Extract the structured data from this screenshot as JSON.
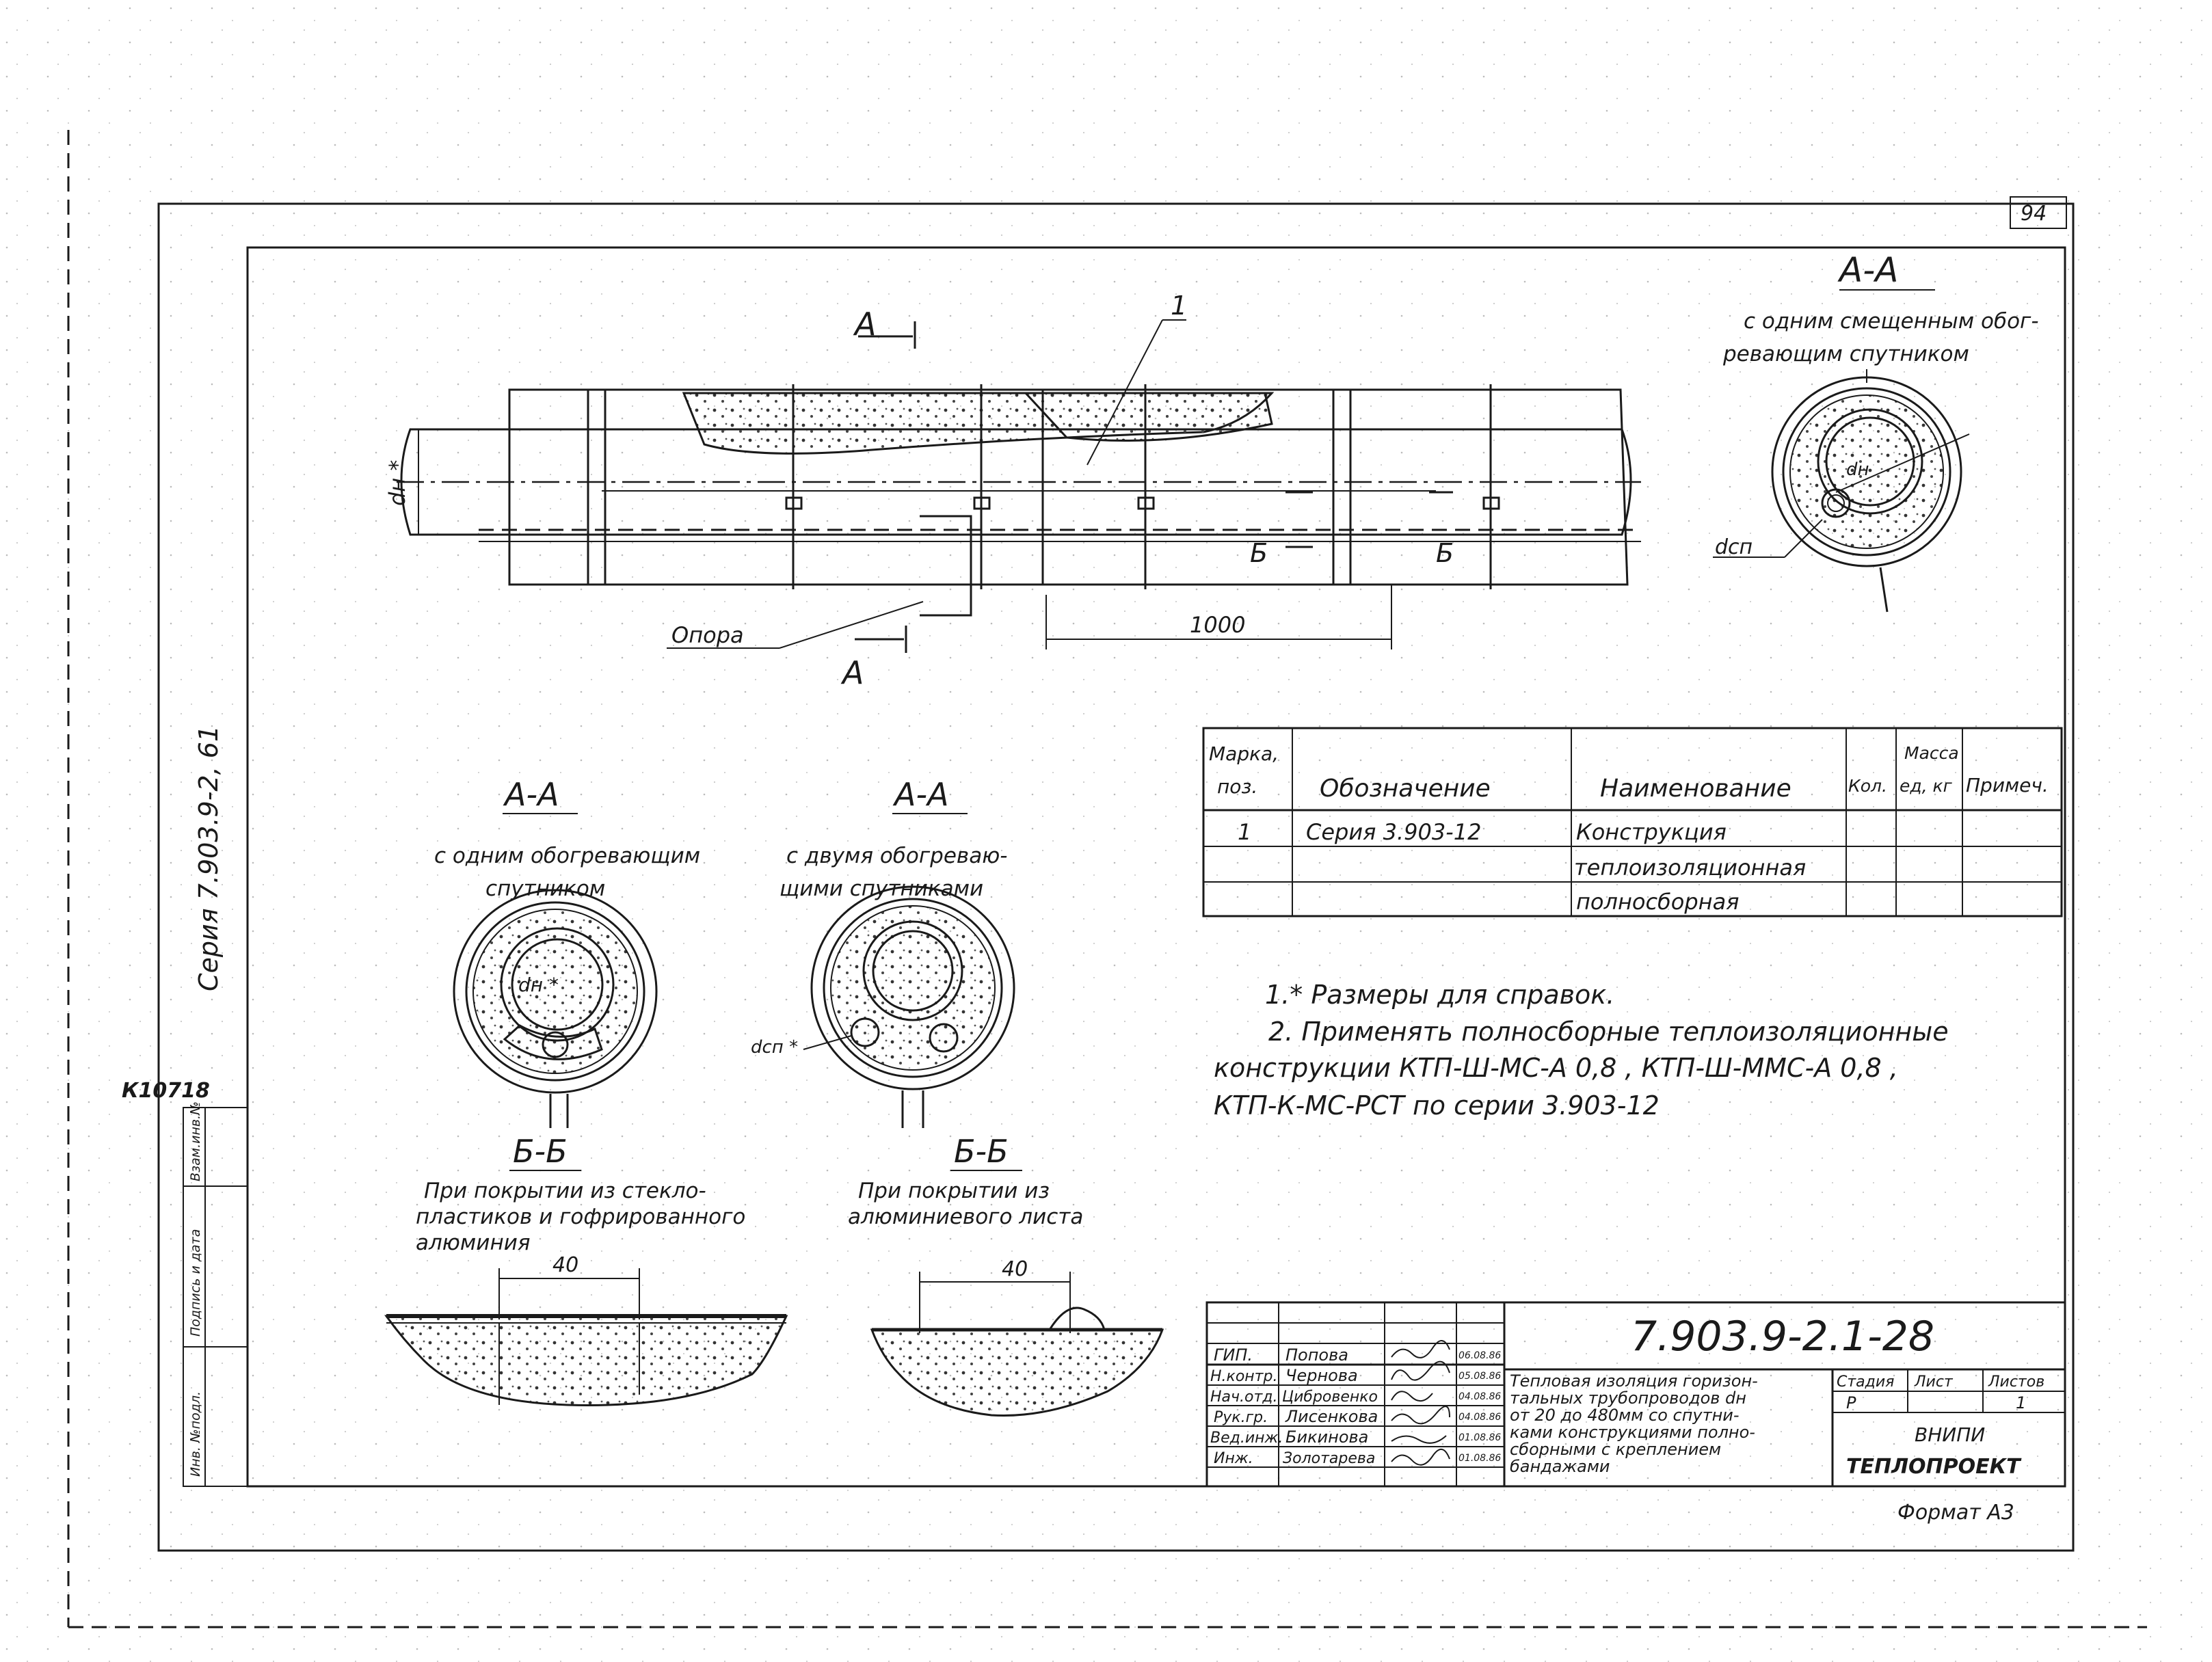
{
  "sheet": {
    "page_number": "94",
    "format": "Формат А3",
    "series_side": "Серия 7.903.9-2, 61",
    "archive_no": "К10718",
    "side_labels": [
      "Инв. №подл.",
      "Подпись и дата",
      "Взам.инв.№"
    ]
  },
  "main_view": {
    "section_mark": "А",
    "callout": "1",
    "dn_label": "dн *",
    "support_label": "Опора",
    "dimension": "1000",
    "cut_b": "Б"
  },
  "section_offset": {
    "title": "А-А",
    "caption_lines": [
      "с одним смещенным обог-",
      "ревающим спутником"
    ],
    "dsp_label": "dсп",
    "dn_label": "dн"
  },
  "section_one": {
    "title": "А-А",
    "caption_lines": [
      "с одним обогревающим",
      "спутником"
    ],
    "dn_label": "dн *"
  },
  "section_two": {
    "title": "А-А",
    "caption_lines": [
      "с двумя обогреваю-",
      "щими спутниками"
    ],
    "dsp_label": "dсп *"
  },
  "section_b1": {
    "title": "Б-Б",
    "caption_lines": [
      "При покрытии из стекло-",
      "пластиков и гофрированного",
      "алюминия"
    ],
    "dimension": "40"
  },
  "section_b2": {
    "title": "Б-Б",
    "caption_lines": [
      "При покрытии из",
      "алюминиевого листа"
    ],
    "dimension": "40"
  },
  "spec_table": {
    "headers": {
      "mark": [
        "Марка,",
        "поз."
      ],
      "designation": "Обозначение",
      "name": "Наименование",
      "qty": "Кол.",
      "mass": [
        "Масса",
        "ед, кг"
      ],
      "note": "Примеч."
    },
    "row": {
      "mark": "1",
      "designation": "Серия 3.903-12",
      "name_lines": [
        "Конструкция",
        "теплоизоляционная",
        "полносборная"
      ]
    }
  },
  "notes": [
    "1.* Размеры для справок.",
    "2. Применять полносборные теплоизоляционные",
    "конструкции КТП-Ш-МС-А 0,8 , КТП-Ш-ММС-А 0,8 ,",
    "КТП-К-МС-РСТ по серии 3.903-12"
  ],
  "title_block": {
    "code": "7.903.9-2.1-28",
    "roles": [
      "ГИП.",
      "Н.контр.",
      "Нач.отд.",
      "Рук.гр.",
      "Вед.инж.",
      "Инж."
    ],
    "names": [
      "Попова",
      "Чернова",
      "Цибровенко",
      "Лисенкова",
      "Бикинова",
      "Золотарева"
    ],
    "dates": [
      "06.08.86",
      "05.08.86",
      "04.08.86",
      "04.08.86",
      "01.08.86",
      "01.08.86"
    ],
    "description_lines": [
      "Тепловая изоляция горизон-",
      "тальных трубопроводов dн",
      "от 20 до 480мм со спутни-",
      "ками конструкциями полно-",
      "сборными с креплением",
      "бандажами"
    ],
    "stage_label": "Стадия",
    "stage_value": "Р",
    "sheet_label": "Лист",
    "sheets_label": "Листов",
    "sheets_value": "1",
    "org_line1": "ВНИПИ",
    "org_line2": "ТЕПЛОПРОЕКТ"
  }
}
